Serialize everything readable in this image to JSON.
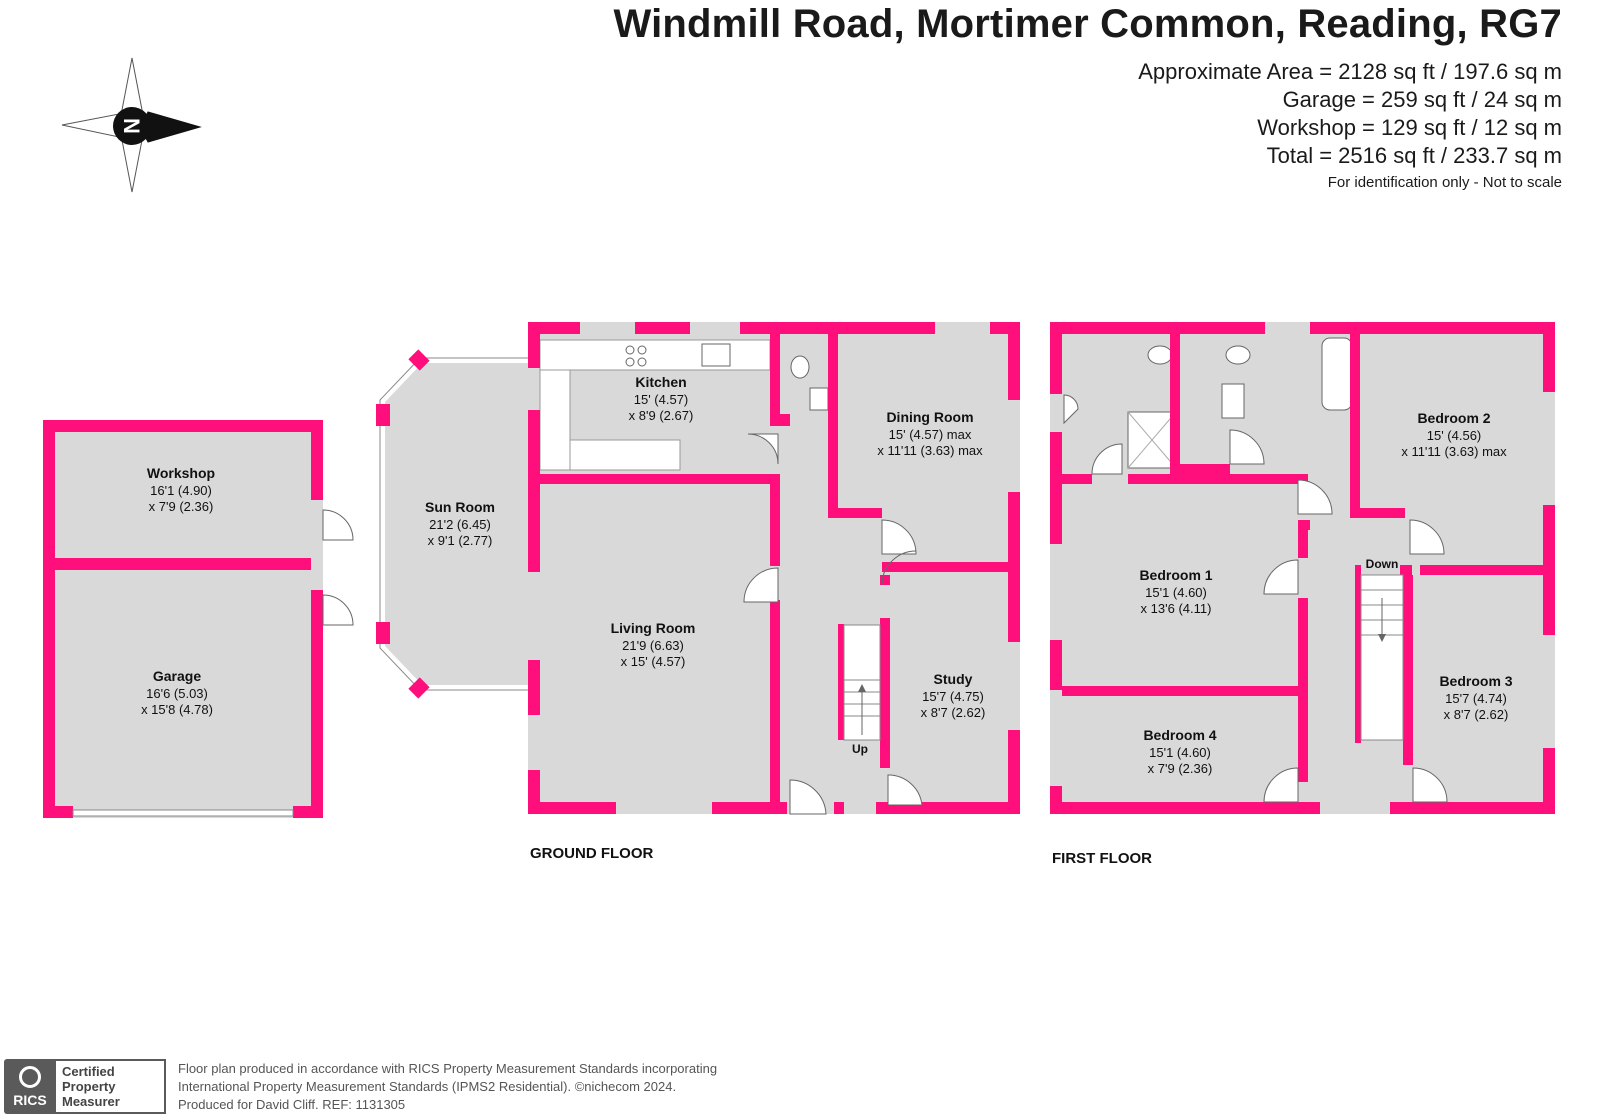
{
  "header": {
    "title": "Windmill Road, Mortimer Common, Reading, RG7",
    "areas": [
      "Approximate Area = 2128 sq ft / 197.6 sq m",
      "Garage = 259 sq ft / 24 sq m",
      "Workshop = 129 sq ft / 12 sq m",
      "Total = 2516 sq ft / 233.7 sq m"
    ],
    "note": "For identification only - Not to scale"
  },
  "compass": {
    "letter": "N",
    "icon": "north-arrow-icon"
  },
  "colors": {
    "wall": "#ff0f7b",
    "floor": "#d9d9d9",
    "window": "#ffffff"
  },
  "floors": {
    "ground": "GROUND FLOOR",
    "first": "FIRST FLOOR"
  },
  "rooms": {
    "workshop": {
      "name": "Workshop",
      "dim1": "16'1 (4.90)",
      "dim2": "x 7'9 (2.36)"
    },
    "garage": {
      "name": "Garage",
      "dim1": "16'6 (5.03)",
      "dim2": "x 15'8 (4.78)"
    },
    "sun_room": {
      "name": "Sun Room",
      "dim1": "21'2 (6.45)",
      "dim2": "x 9'1 (2.77)"
    },
    "kitchen": {
      "name": "Kitchen",
      "dim1": "15' (4.57)",
      "dim2": "x 8'9 (2.67)"
    },
    "dining_room": {
      "name": "Dining Room",
      "dim1": "15' (4.57) max",
      "dim2": "x 11'11 (3.63) max"
    },
    "living_room": {
      "name": "Living Room",
      "dim1": "21'9 (6.63)",
      "dim2": "x 15' (4.57)"
    },
    "study": {
      "name": "Study",
      "dim1": "15'7 (4.75)",
      "dim2": "x 8'7 (2.62)"
    },
    "bedroom_1": {
      "name": "Bedroom 1",
      "dim1": "15'1 (4.60)",
      "dim2": "x 13'6 (4.11)"
    },
    "bedroom_2": {
      "name": "Bedroom 2",
      "dim1": "15' (4.56)",
      "dim2": "x 11'11 (3.63) max"
    },
    "bedroom_3": {
      "name": "Bedroom 3",
      "dim1": "15'7 (4.74)",
      "dim2": "x 8'7 (2.62)"
    },
    "bedroom_4": {
      "name": "Bedroom 4",
      "dim1": "15'1 (4.60)",
      "dim2": "x 7'9 (2.36)"
    }
  },
  "stairs": {
    "up": "Up",
    "down": "Down"
  },
  "footer": {
    "badge_brand": "RICS",
    "badge_lines": [
      "Certified",
      "Property",
      "Measurer"
    ],
    "lines": [
      "Floor plan produced in accordance with RICS Property Measurement Standards incorporating",
      "International Property Measurement Standards (IPMS2 Residential).   ©nichecom 2024.",
      "Produced for David Cliff.   REF:  1131305"
    ]
  }
}
